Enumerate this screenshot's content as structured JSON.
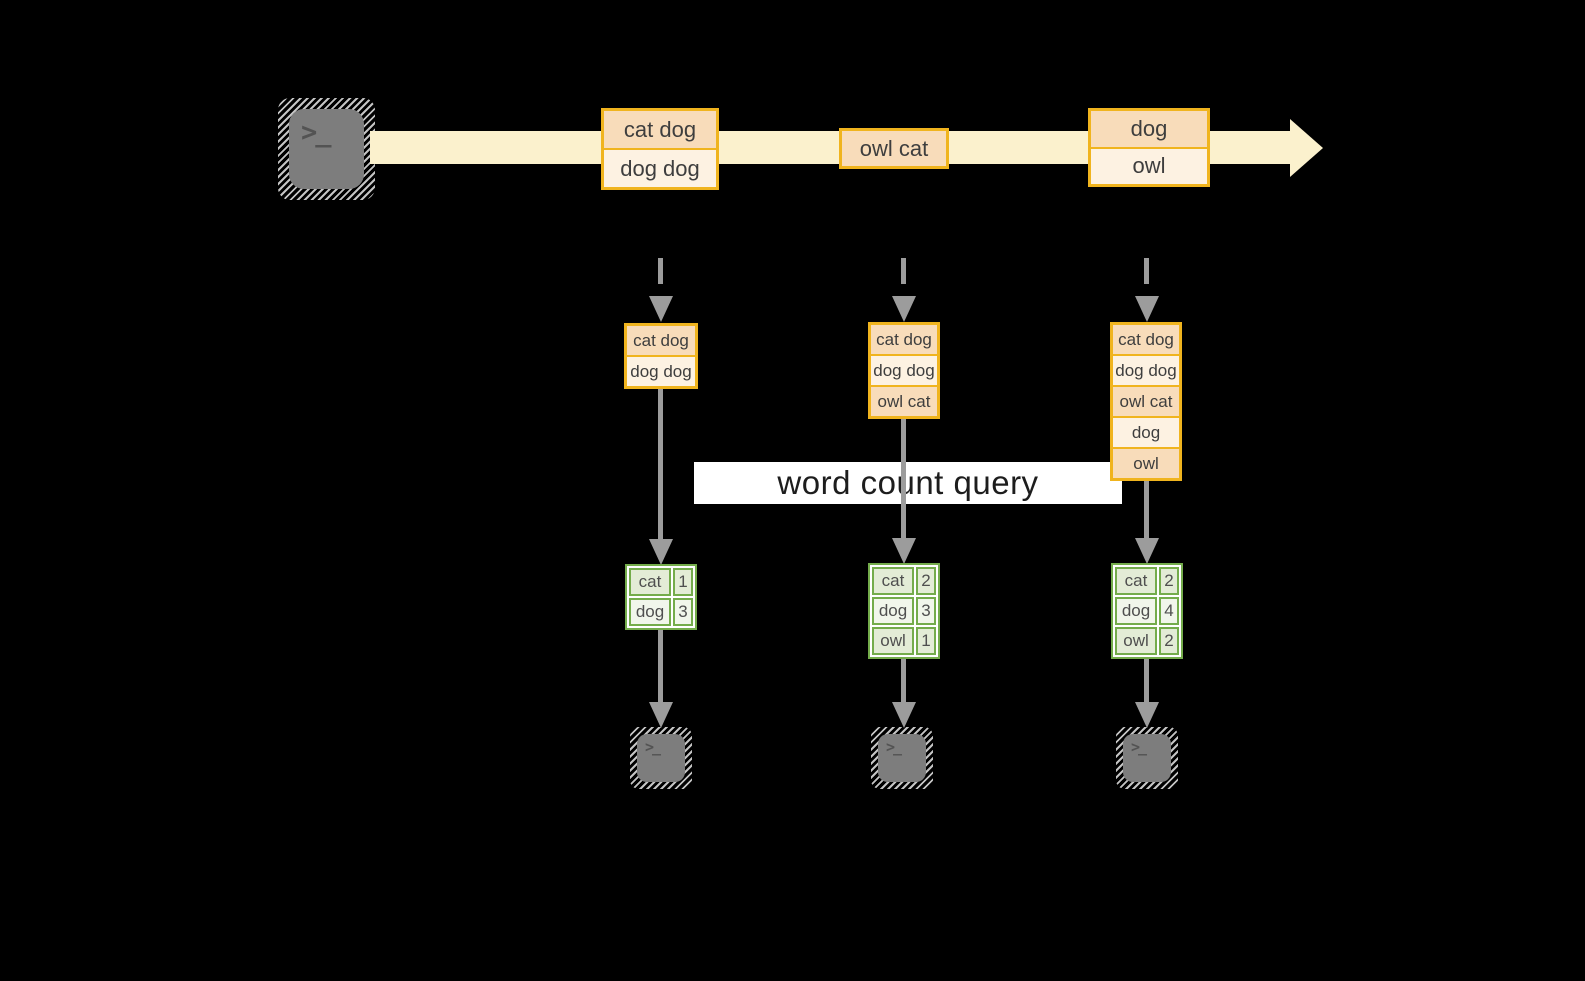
{
  "terminal_prompt": ">_",
  "stream": {
    "messages": [
      {
        "lines": [
          "cat dog",
          "dog dog"
        ]
      },
      {
        "lines": [
          "owl cat"
        ]
      },
      {
        "lines": [
          "dog",
          "owl"
        ]
      }
    ]
  },
  "buffers": [
    {
      "rows": [
        "cat dog",
        "dog dog"
      ]
    },
    {
      "rows": [
        "cat dog",
        "dog dog",
        "owl cat"
      ]
    },
    {
      "rows": [
        "cat dog",
        "dog dog",
        "owl cat",
        "dog",
        "owl"
      ]
    }
  ],
  "query": {
    "label": "word count query"
  },
  "count_tables": [
    {
      "rows": [
        [
          "cat",
          "1"
        ],
        [
          "dog",
          "3"
        ]
      ]
    },
    {
      "rows": [
        [
          "cat",
          "2"
        ],
        [
          "dog",
          "3"
        ],
        [
          "owl",
          "1"
        ]
      ]
    },
    {
      "rows": [
        [
          "cat",
          "2"
        ],
        [
          "dog",
          "4"
        ],
        [
          "owl",
          "2"
        ]
      ]
    }
  ],
  "colors": {
    "box_border": "#f0b41e",
    "box_fill_dark": "#f8dcba",
    "box_fill_light": "#fdf2e2",
    "stream_fill": "#fbf1cd",
    "table_border": "#74ac4b",
    "table_fill_dark": "#e3ecd6",
    "table_fill_light": "#f1f6eb",
    "arrow_gray": "#9c9c9c",
    "terminal_gray": "#7d7d7d",
    "query_bg": "#ffffff",
    "query_text": "#1d1d1d"
  }
}
